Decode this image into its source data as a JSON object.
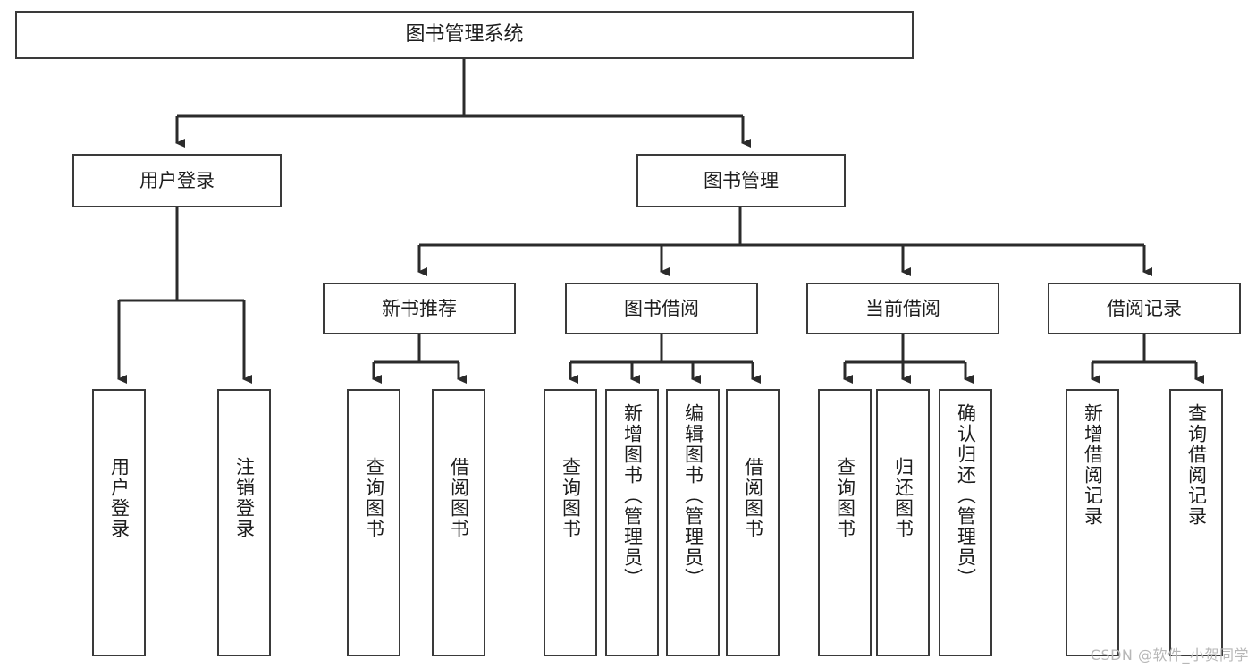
{
  "diagram": {
    "title": "图书管理系统",
    "type": "hierarchy-tree",
    "watermark": "CSDN @软件_小贺同学",
    "colors": {
      "box_border": "#3a3a3a",
      "box_fill": "#ffffff",
      "connector": "#2b2b2b",
      "text": "#1d1d1d",
      "watermark": "#b7b7b7"
    },
    "root": {
      "label": "图书管理系统"
    },
    "level1": [
      {
        "label": "用户登录"
      },
      {
        "label": "图书管理"
      }
    ],
    "level2": [
      {
        "label": "新书推荐"
      },
      {
        "label": "图书借阅"
      },
      {
        "label": "当前借阅"
      },
      {
        "label": "借阅记录"
      }
    ],
    "leaves": {
      "user_login": [
        {
          "label": "用户登录"
        },
        {
          "label": "注销登录"
        }
      ],
      "new_book_recommend": [
        {
          "label": "查询图书"
        },
        {
          "label": "借阅图书"
        }
      ],
      "book_borrow": [
        {
          "label": "查询图书"
        },
        {
          "label": "新增图书（管理员）"
        },
        {
          "label": "编辑图书（管理员）"
        },
        {
          "label": "借阅图书"
        }
      ],
      "current_borrow": [
        {
          "label": "查询图书"
        },
        {
          "label": "归还图书"
        },
        {
          "label": "确认归还（管理员）"
        }
      ],
      "borrow_record": [
        {
          "label": "新增借阅记录"
        },
        {
          "label": "查询借阅记录"
        }
      ]
    }
  }
}
